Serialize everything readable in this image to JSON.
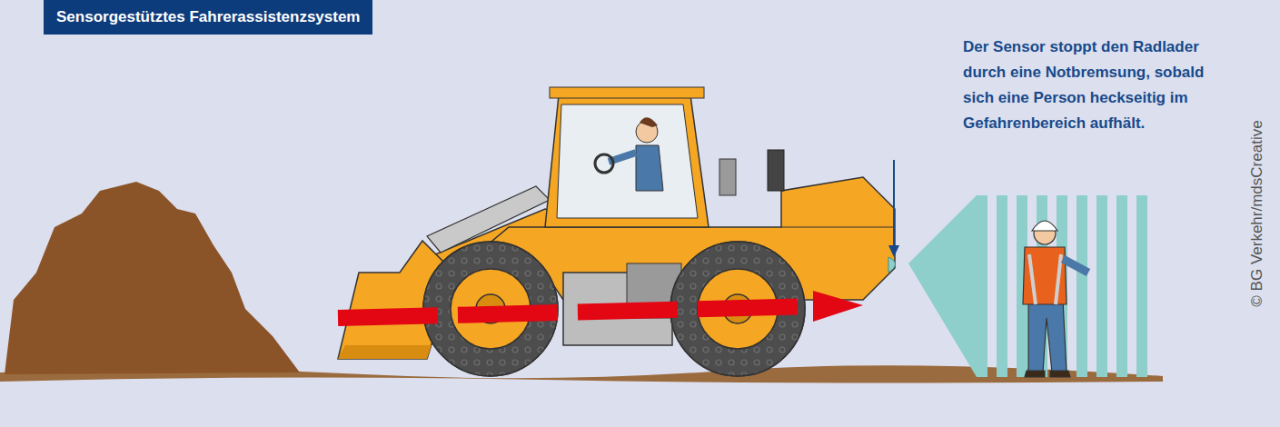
{
  "diagram": {
    "title": "Sensorgestütztes Fahrerassistenzsystem",
    "labels": [
      "Der Sensor stoppt den Radlader durch eine Notbremsung, sobald sich eine Person heckseitig im Gefahrenbereich aufhält.",
      "© BG Verkehr/mdsCreative"
    ]
  }
}
